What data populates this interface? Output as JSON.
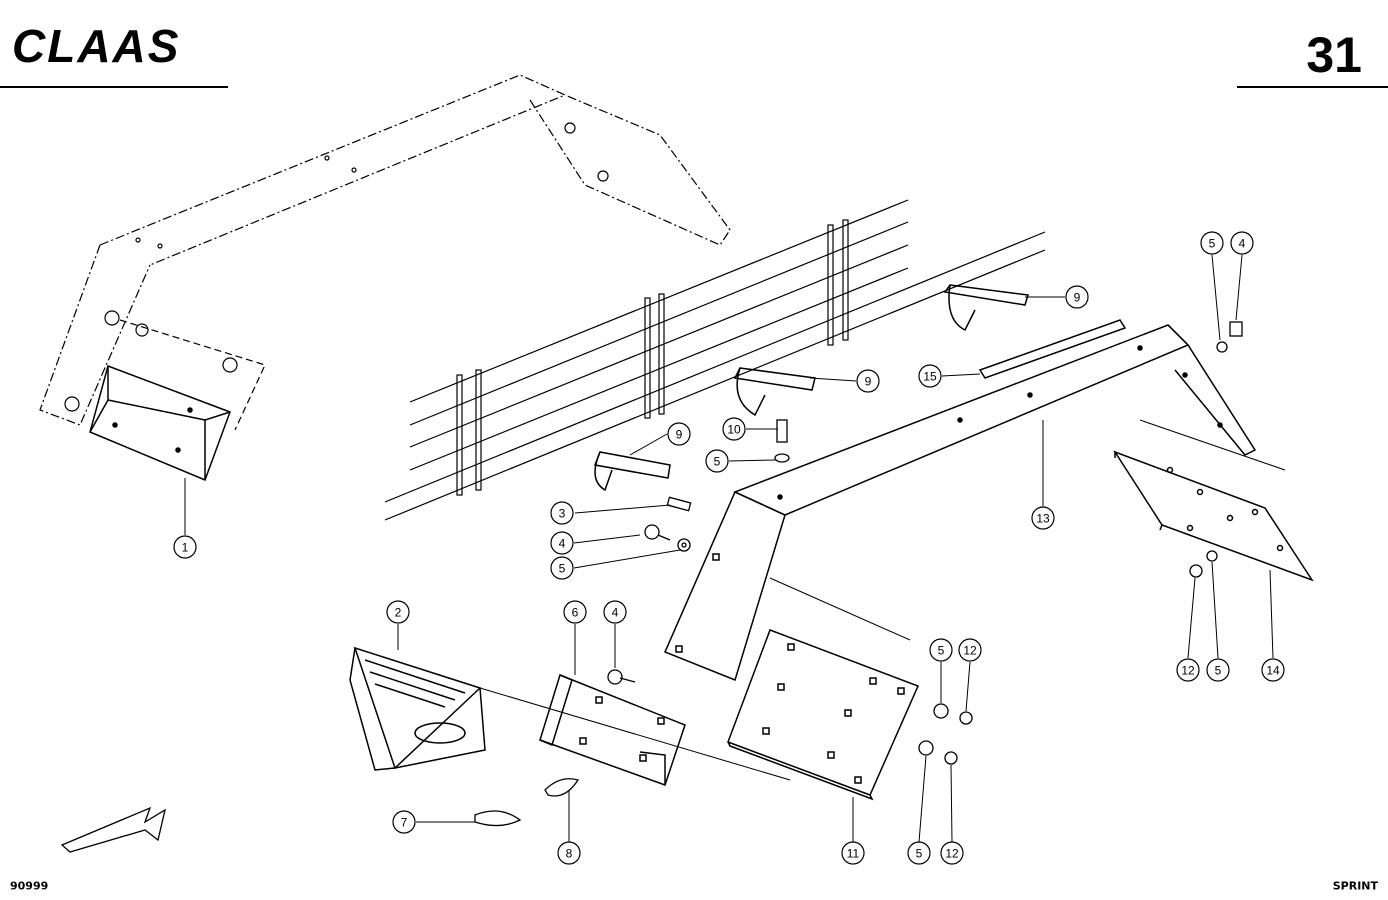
{
  "header": {
    "brand": "CLAAS",
    "page_number": "31"
  },
  "footer": {
    "drawing_number": "90999",
    "model": "SPRINT"
  },
  "callouts": [
    {
      "id": "c1",
      "label": "1"
    },
    {
      "id": "c2",
      "label": "2"
    },
    {
      "id": "c3",
      "label": "3"
    },
    {
      "id": "c4a",
      "label": "4"
    },
    {
      "id": "c5a",
      "label": "5"
    },
    {
      "id": "c6",
      "label": "6"
    },
    {
      "id": "c4b",
      "label": "4"
    },
    {
      "id": "c7",
      "label": "7"
    },
    {
      "id": "c8",
      "label": "8"
    },
    {
      "id": "c9a",
      "label": "9"
    },
    {
      "id": "c9b",
      "label": "9"
    },
    {
      "id": "c9c",
      "label": "9"
    },
    {
      "id": "c10",
      "label": "10"
    },
    {
      "id": "c5b",
      "label": "5"
    },
    {
      "id": "c11",
      "label": "11"
    },
    {
      "id": "c5c",
      "label": "5"
    },
    {
      "id": "c12a",
      "label": "12"
    },
    {
      "id": "c5d",
      "label": "5"
    },
    {
      "id": "c12b",
      "label": "12"
    },
    {
      "id": "c13",
      "label": "13"
    },
    {
      "id": "c14",
      "label": "14"
    },
    {
      "id": "c15",
      "label": "15"
    },
    {
      "id": "c5e",
      "label": "5"
    },
    {
      "id": "c4c",
      "label": "4"
    },
    {
      "id": "c12c",
      "label": "12"
    },
    {
      "id": "c5f",
      "label": "5"
    }
  ]
}
